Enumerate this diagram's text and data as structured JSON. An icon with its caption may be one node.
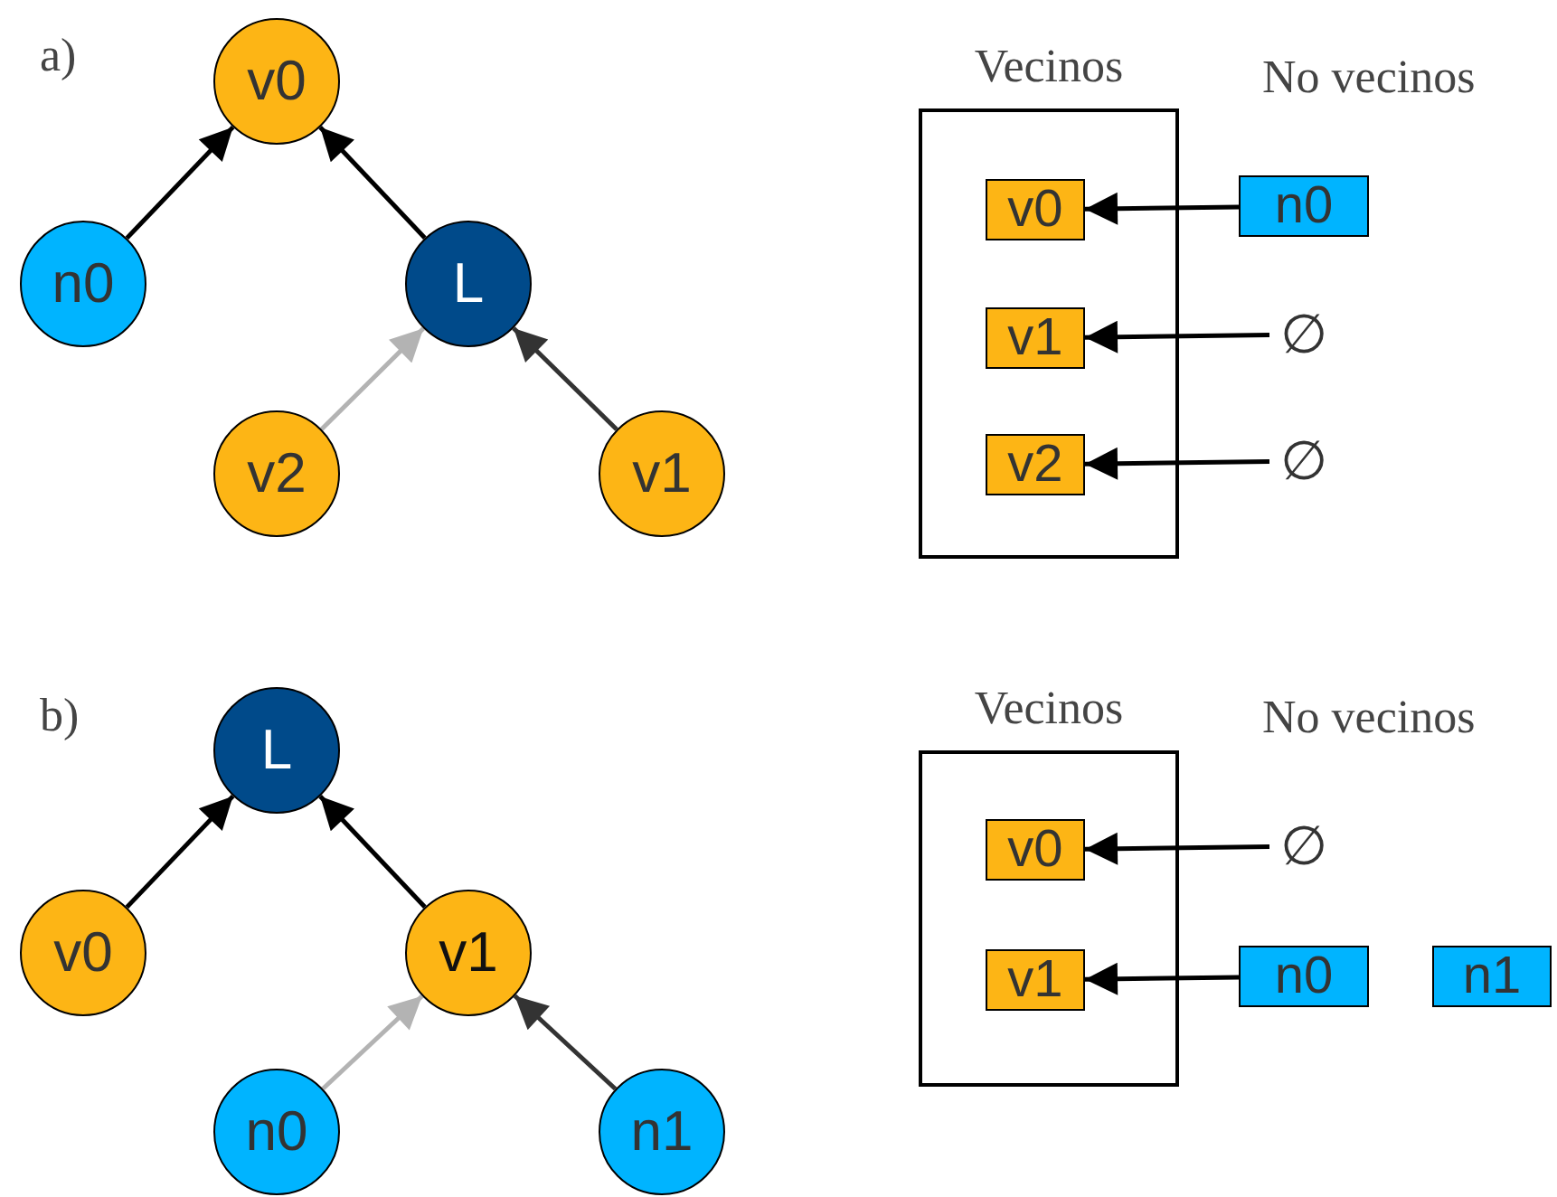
{
  "diagram": {
    "nodes": [
      {
        "text": [
          "v0"
        ]
      },
      {
        "text": [
          "n0"
        ]
      },
      {
        "text": [
          "L"
        ]
      },
      {
        "text": [
          "v2"
        ]
      },
      {
        "text": [
          "v1"
        ]
      },
      {
        "text": [
          "Vecinos"
        ]
      },
      {
        "text": [
          "v0"
        ],
        "in": 5
      },
      {
        "text": [
          "v1"
        ],
        "in": 5
      },
      {
        "text": [
          "v2"
        ],
        "in": 5
      },
      {
        "text": [
          "n0"
        ]
      },
      {
        "text": [
          "∅"
        ]
      },
      {
        "text": [
          "∅"
        ]
      },
      {
        "text": [
          "L"
        ]
      },
      {
        "text": [
          "v0"
        ]
      },
      {
        "text": [
          "v1"
        ]
      },
      {
        "text": [
          "n0"
        ]
      },
      {
        "text": [
          "n1"
        ]
      },
      {
        "text": [
          "Vecinos"
        ]
      },
      {
        "text": [
          "v0"
        ],
        "in": 17
      },
      {
        "text": [
          "v1"
        ],
        "in": 17
      },
      {
        "text": [
          "∅"
        ]
      },
      {
        "text": [
          "n0"
        ]
      },
      {
        "text": [
          "n1"
        ]
      }
    ],
    "edges": [
      {
        "from": 1,
        "to": 0,
        "arrow": "to"
      },
      {
        "from": 2,
        "to": 0,
        "arrow": "to"
      },
      {
        "from": 3,
        "to": 2,
        "arrow": "to",
        "color": "#b3b3b3"
      },
      {
        "from": 4,
        "to": 2,
        "arrow": "to",
        "color": "#333333"
      },
      {
        "from": 9,
        "to": 6,
        "arrow": "to"
      },
      {
        "from": 10,
        "to": 7,
        "arrow": "to"
      },
      {
        "from": 11,
        "to": 8,
        "arrow": "to"
      },
      {
        "from": 13,
        "to": 12,
        "arrow": "to"
      },
      {
        "from": 14,
        "to": 12,
        "arrow": "to"
      },
      {
        "from": 15,
        "to": 14,
        "arrow": "to",
        "color": "#b3b3b3"
      },
      {
        "from": 16,
        "to": 14,
        "arrow": "to",
        "color": "#333333"
      },
      {
        "from": 20,
        "to": 18,
        "arrow": "to"
      },
      {
        "from": 21,
        "to": 19,
        "arrow": "to"
      }
    ],
    "labels": [
      "a)",
      "No vecinos",
      "b)",
      "No vecinos"
    ]
  }
}
